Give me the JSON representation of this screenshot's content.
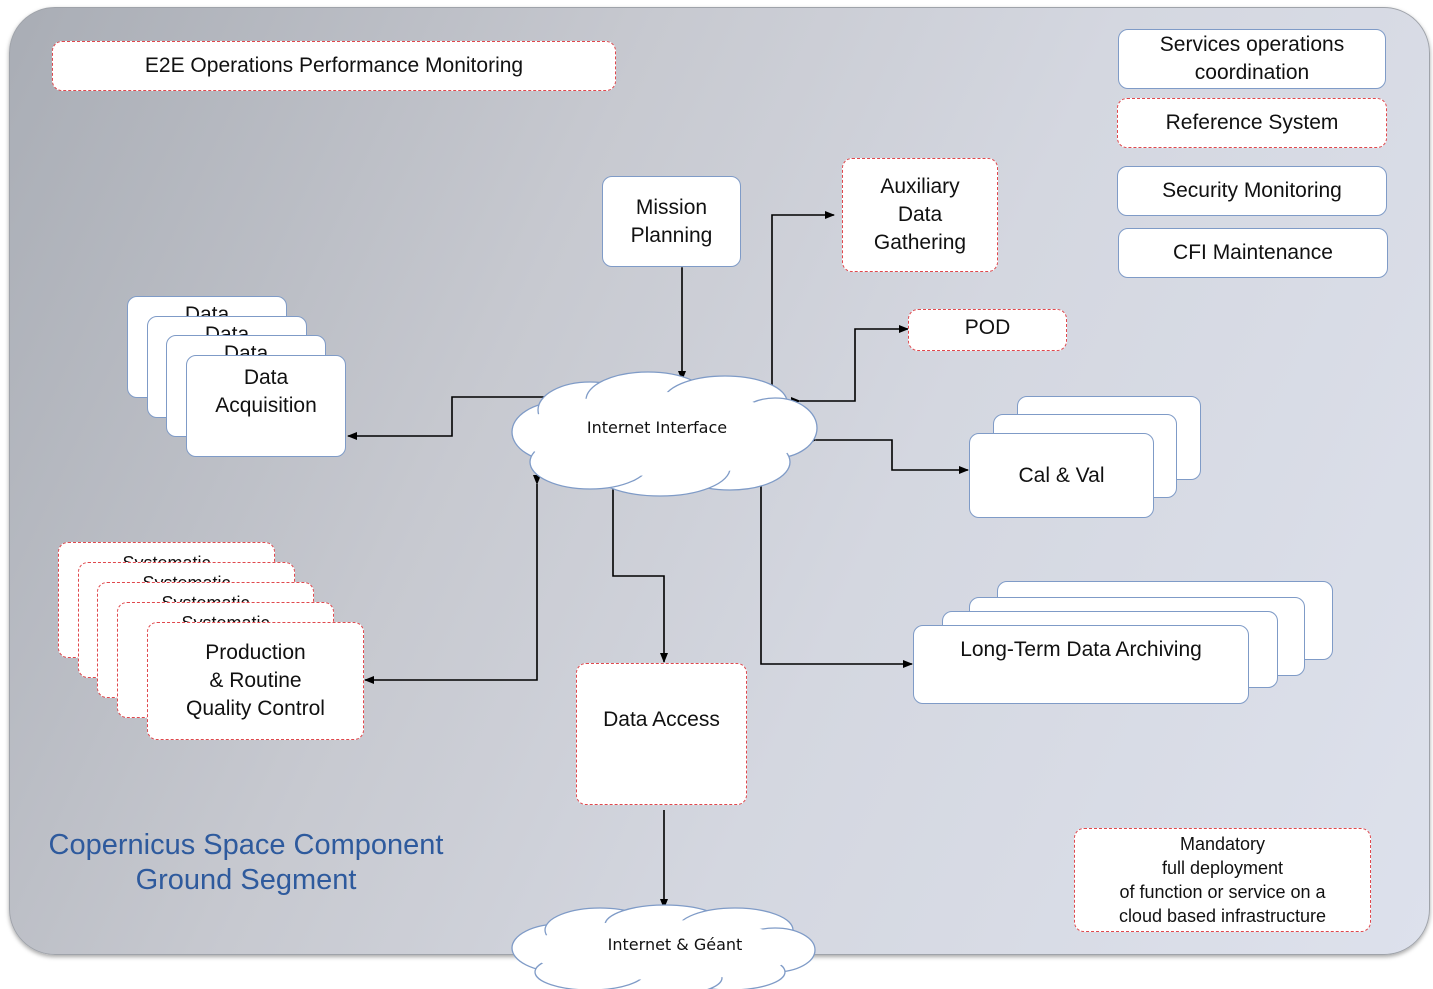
{
  "diagram": {
    "e2e_monitoring": "E2E Operations Performance Monitoring",
    "services_coordination": "Services operations\ncoordination",
    "reference_system": "Reference System",
    "security_monitoring": "Security Monitoring",
    "cfi_maintenance": "CFI Maintenance",
    "mission_planning": "Mission\nPlanning",
    "auxiliary_data": "Auxiliary\nData\nGathering",
    "pod": "POD",
    "data_acquisition": "Data\nAcquisition",
    "data_acquisition_stack_label": "Data",
    "internet_interface": "Internet Interface",
    "cal_val": "Cal & Val",
    "long_term_archiving": "Long-Term Data Archiving",
    "production": "Production\n& Routine\nQuality Control",
    "production_stack_label": "Systematic",
    "data_access": "Data Access",
    "ground_segment_title": "Copernicus Space Component\nGround Segment",
    "mandatory_note": "Mandatory\nfull deployment\nof function or service on a\ncloud based infrastructure",
    "internet_geant": "Internet & Géant"
  },
  "colors": {
    "dashed_border": "#e0484d",
    "solid_border": "#7f9bc7",
    "title_blue": "#2e5a9d"
  }
}
